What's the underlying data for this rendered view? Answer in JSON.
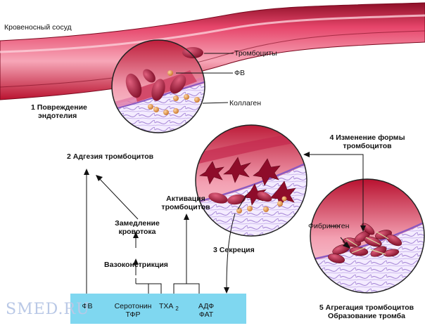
{
  "labels": {
    "vessel": "Кровеносный сосуд",
    "platelets": "Тромбоциты",
    "vwf": "ФВ",
    "collagen": "Коллаген",
    "fibrinogen": "Фибриноген"
  },
  "steps": {
    "s1_num": "1",
    "s1_line1": "Повреждение",
    "s1_line2": "эндотелия",
    "s2_num": "2",
    "s2_text": "Адгезия тромбоцитов",
    "s3_num": "3",
    "s3_text": "Секреция",
    "s4_num": "4",
    "s4_line1": "Изменение формы",
    "s4_line2": "тромбоцитов",
    "s5_num": "5",
    "s5_line1": "Агрегация тромбоцитов",
    "s5_line2": "Образование тромба"
  },
  "cascade": {
    "activation_line1": "Активация",
    "activation_line2": "тромбоцитов",
    "slowdown_line1": "Замедление",
    "slowdown_line2": "кровотока",
    "vasoconstriction": "Вазоконстрикция"
  },
  "secreted": {
    "vwf": "ФВ",
    "serotonin_line1": "Серотонин",
    "serotonin_line2": "ТФР",
    "txa": "ТХА",
    "txa_sub": "2",
    "adp": "АДФ",
    "pat": "ФАТ"
  },
  "watermark": "SMED.RU",
  "colors": {
    "secretion_bar": "#7fd7f0",
    "vessel_wall": "#c8163c",
    "platelet": "#9b1030"
  }
}
